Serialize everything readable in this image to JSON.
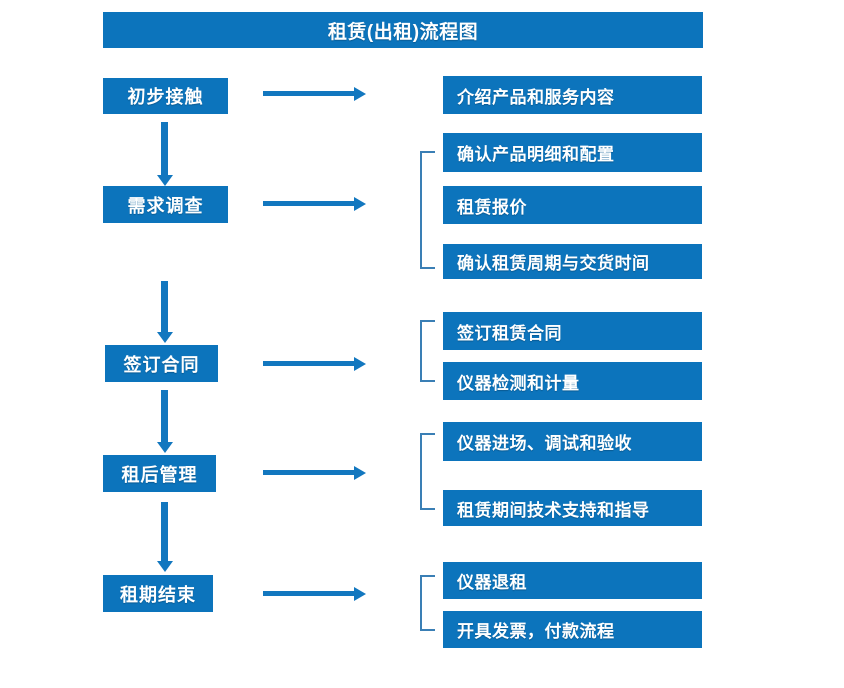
{
  "chart_data": {
    "type": "diagram",
    "title": "租赁(出租)流程图",
    "diagram_kind": "flowchart",
    "stages": [
      {
        "label": "初步接触",
        "details": [
          "介绍产品和服务内容"
        ]
      },
      {
        "label": "需求调查",
        "details": [
          "确认产品明细和配置",
          "租赁报价",
          "确认租赁周期与交货时间"
        ]
      },
      {
        "label": "签订合同",
        "details": [
          "签订租赁合同",
          "仪器检测和计量"
        ]
      },
      {
        "label": "租后管理",
        "details": [
          "仪器进场、调试和验收",
          "租赁期间技术支持和指导"
        ]
      },
      {
        "label": "租期结束",
        "details": [
          "仪器退租",
          "开具发票，付款流程"
        ]
      }
    ]
  },
  "header": {
    "title": "租赁(出租)流程图"
  },
  "colors": {
    "box_fill": "#0c74bc",
    "arrow": "#1277bf",
    "bracket": "#3a7fb5",
    "box_text": "#ffffff",
    "background": "#ffffff"
  },
  "stages": [
    {
      "label": "初步接触"
    },
    {
      "label": "需求调查"
    },
    {
      "label": "签订合同"
    },
    {
      "label": "租后管理"
    },
    {
      "label": "租期结束"
    }
  ],
  "details": [
    {
      "label": "介绍产品和服务内容"
    },
    {
      "label": "确认产品明细和配置"
    },
    {
      "label": "租赁报价"
    },
    {
      "label": "确认租赁周期与交货时间"
    },
    {
      "label": "签订租赁合同"
    },
    {
      "label": "仪器检测和计量"
    },
    {
      "label": "仪器进场、调试和验收"
    },
    {
      "label": "租赁期间技术支持和指导"
    },
    {
      "label": "仪器退租"
    },
    {
      "label": "开具发票，付款流程"
    }
  ]
}
